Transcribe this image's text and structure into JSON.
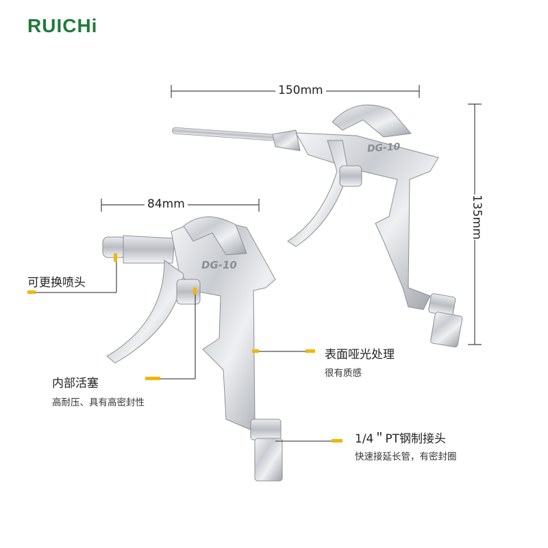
{
  "brand": {
    "logo_text": "RUICHi",
    "color": "#1f7a3a"
  },
  "dimensions": {
    "length_long": "150mm",
    "length_short": "84mm",
    "height": "135mm"
  },
  "product_markings": {
    "model": "DG-10"
  },
  "callouts": {
    "nozzle": {
      "title": "可更换喷头"
    },
    "finish": {
      "title": "表面哑光处理",
      "desc": "很有质感"
    },
    "piston": {
      "title": "内部活塞",
      "desc": "高耐压、具有高密封性"
    },
    "fitting": {
      "title": "1/4＂PT钢制接头",
      "desc": "快速接延长管，有密封圈"
    }
  },
  "accent_color": "#f2b600"
}
